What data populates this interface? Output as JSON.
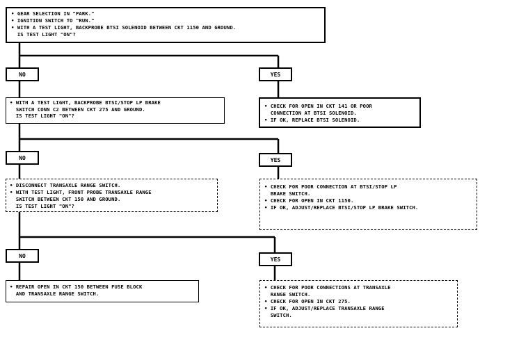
{
  "nodes": {
    "start": {
      "lines": [
        "• GEAR SELECTION IN \"PARK.\"",
        "• IGNITION SWITCH TO \"RUN.\"",
        "• WITH A TEST LIGHT, BACKPROBE BTSI SOLENOID BETWEEN CKT 1150 AND GROUND.",
        "  IS TEST LIGHT \"ON\"?"
      ]
    },
    "no1": {
      "label": "NO"
    },
    "yes1": {
      "label": "YES"
    },
    "q2": {
      "lines": [
        "• WITH A TEST LIGHT, BACKPROBE BTSI/STOP LP BRAKE",
        "  SWITCH CONN C2 BETWEEN CKT 275 AND GROUND.",
        "  IS TEST LIGHT \"ON\"?"
      ]
    },
    "a1": {
      "lines": [
        "• CHECK FOR OPEN IN CKT 141 OR POOR",
        "  CONNECTION AT BTSI SOLENOID.",
        "• IF OK, REPLACE BTSI SOLENOID."
      ]
    },
    "no2": {
      "label": "NO"
    },
    "yes2": {
      "label": "YES"
    },
    "q3": {
      "lines": [
        "• DISCONNECT TRANSAXLE RANGE SWITCH.",
        "• WITH TEST LIGHT, FRONT PROBE TRANSAXLE RANGE",
        "  SWITCH BETWEEN CKT 150 AND GROUND.",
        "  IS TEST LIGHT \"ON\"?"
      ]
    },
    "a2": {
      "lines": [
        "• CHECK FOR POOR CONNECTION AT BTSI/STOP LP",
        "  BRAKE SWITCH.",
        "• CHECK FOR OPEN IN CKT 1150.",
        "• IF OK, ADJUST/REPLACE BTSI/STOP LP BRAKE SWITCH."
      ]
    },
    "no3": {
      "label": "NO"
    },
    "yes3": {
      "label": "YES"
    },
    "a3": {
      "lines": [
        "• REPAIR OPEN IN CKT 150 BETWEEN FUSE BLOCK",
        "  AND TRANSAXLE RANGE SWITCH."
      ]
    },
    "a4": {
      "lines": [
        "• CHECK FOR POOR CONNECTIONS AT TRANSAXLE",
        "  RANGE SWITCH.",
        "• CHECK FOR OPEN IN CKT 275.",
        "• IF OK, ADJUST/REPLACE TRANSAXLE RANGE",
        "  SWITCH."
      ]
    }
  }
}
